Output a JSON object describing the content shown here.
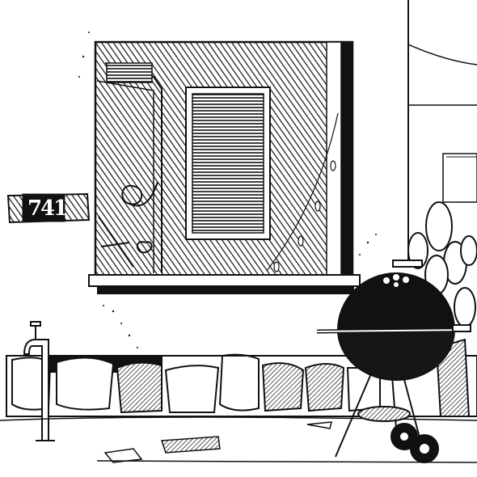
{
  "house_number": {
    "digits": [
      "7",
      "4",
      "1"
    ]
  },
  "palette": {
    "ink": "#111111",
    "paper": "#ffffff",
    "wall_shade": "#3a3a3a"
  }
}
